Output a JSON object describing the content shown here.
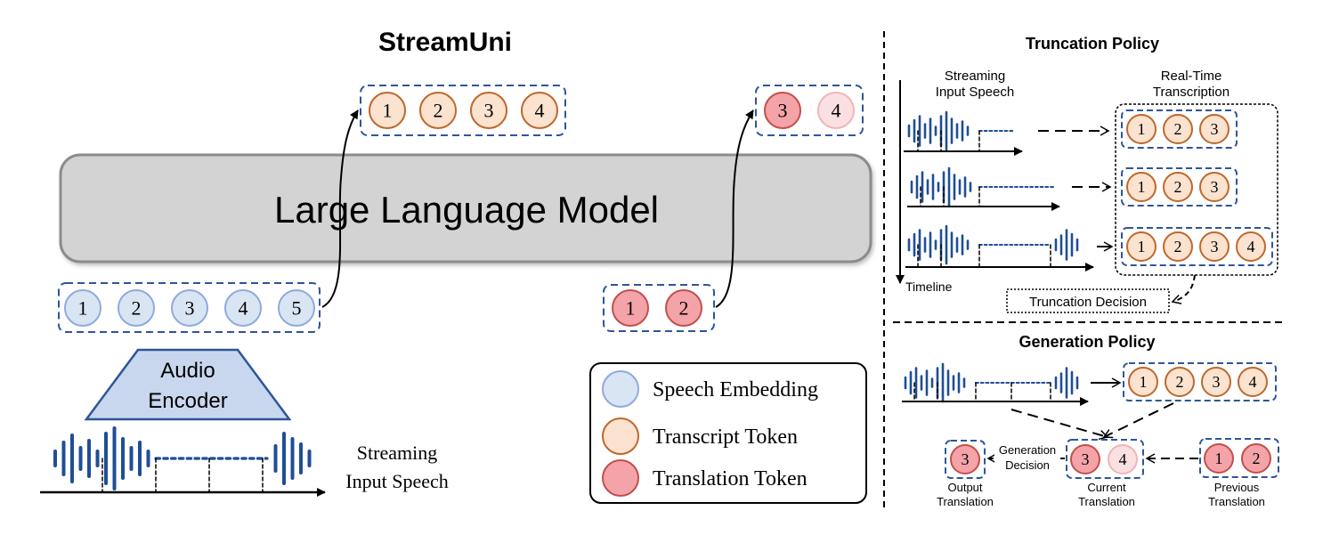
{
  "colors": {
    "speech_fill": "#dae5f4",
    "speech_stroke": "#8faadc",
    "transcript_fill": "#fbe3d0",
    "transcript_stroke": "#c0672b",
    "translation_fill": "#f4a3a8",
    "translation_stroke": "#c0504d",
    "translation_light_fill": "#fbe0e2",
    "translation_light_stroke": "#efb5b8",
    "box_dash": "#2f5597",
    "wave": "#1f4e96",
    "llm_fill": "#d3d3d3",
    "llm_stroke": "#8c8c8c"
  },
  "streamuni": {
    "title": "StreamUni",
    "llm_label": "Large Language Model",
    "encoder_line1": "Audio",
    "encoder_line2": "Encoder",
    "input_line1": "Streaming",
    "input_line2": "Input Speech",
    "speech_tokens": [
      "1",
      "2",
      "3",
      "4",
      "5"
    ],
    "transcript_tokens": [
      "1",
      "2",
      "3",
      "4"
    ],
    "translation_input_tokens": [
      "1",
      "2"
    ],
    "translation_output_tokens": [
      "3",
      "4"
    ]
  },
  "legend": {
    "speech": "Speech Embedding",
    "transcript": "Transcript Token",
    "translation": "Translation Token"
  },
  "truncation": {
    "title": "Truncation Policy",
    "input_line1": "Streaming",
    "input_line2": "Input Speech",
    "transcription_line1": "Real-Time",
    "transcription_line2": "Transcription",
    "timeline": "Timeline",
    "decision": "Truncation Decision",
    "rows": [
      [
        "1",
        "2",
        "3"
      ],
      [
        "1",
        "2",
        "3"
      ],
      [
        "1",
        "2",
        "3",
        "4"
      ]
    ]
  },
  "generation": {
    "title": "Generation Policy",
    "transcript_tokens": [
      "1",
      "2",
      "3",
      "4"
    ],
    "output_tokens": [
      "3"
    ],
    "current_tokens": [
      "3",
      "4"
    ],
    "previous_tokens": [
      "1",
      "2"
    ],
    "decision_line1": "Generation",
    "decision_line2": "Decision",
    "output_line1": "Output",
    "output_line2": "Translation",
    "current_line1": "Current",
    "current_line2": "Translation",
    "previous_line1": "Previous",
    "previous_line2": "Translation"
  }
}
